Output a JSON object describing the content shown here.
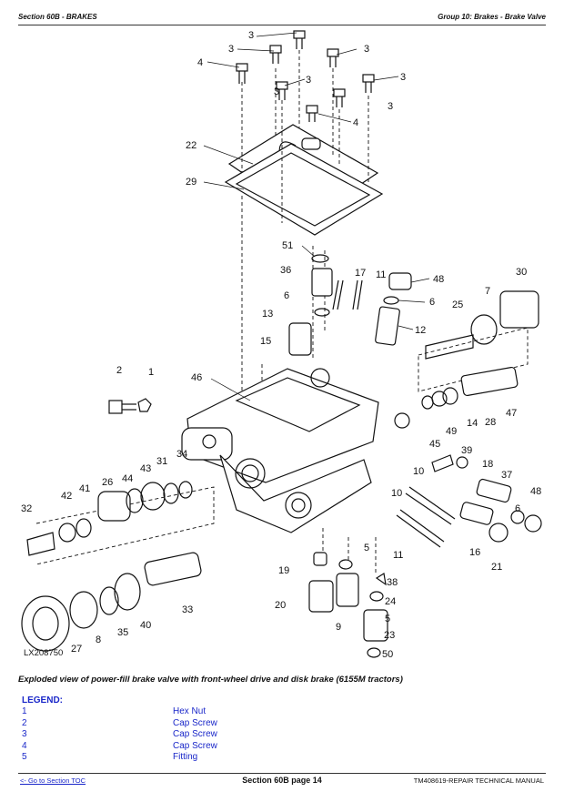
{
  "header": {
    "section": "Section 60B - BRAKES",
    "group": "Group 10: Brakes - Brake Valve"
  },
  "figure": {
    "image_id": "LX208750",
    "callouts": [
      "3",
      "3",
      "3",
      "4",
      "3",
      "3",
      "3",
      "3",
      "4",
      "22",
      "29",
      "51",
      "36",
      "17",
      "11",
      "48",
      "30",
      "6",
      "6",
      "7",
      "13",
      "12",
      "25",
      "15",
      "2",
      "1",
      "46",
      "47",
      "14",
      "28",
      "49",
      "45",
      "39",
      "18",
      "34",
      "31",
      "43",
      "26",
      "44",
      "10",
      "37",
      "42",
      "41",
      "32",
      "10",
      "16",
      "21",
      "6",
      "48",
      "5",
      "19",
      "38",
      "20",
      "9",
      "24",
      "33",
      "35",
      "40",
      "8",
      "27",
      "5",
      "23",
      "50",
      "11"
    ]
  },
  "caption": "Exploded view of power-fill brake valve with front-wheel drive and disk brake (6155M tractors)",
  "legend": {
    "title": "LEGEND:",
    "items": [
      {
        "num": "1",
        "text": "Hex Nut"
      },
      {
        "num": "2",
        "text": "Cap Screw"
      },
      {
        "num": "3",
        "text": "Cap Screw"
      },
      {
        "num": "4",
        "text": "Cap Screw"
      },
      {
        "num": "5",
        "text": "Fitting"
      }
    ]
  },
  "footer": {
    "toc_link": "<- Go to Section TOC",
    "page": "Section 60B page 14",
    "manual": "TM408619-REPAIR TECHNICAL MANUAL"
  }
}
